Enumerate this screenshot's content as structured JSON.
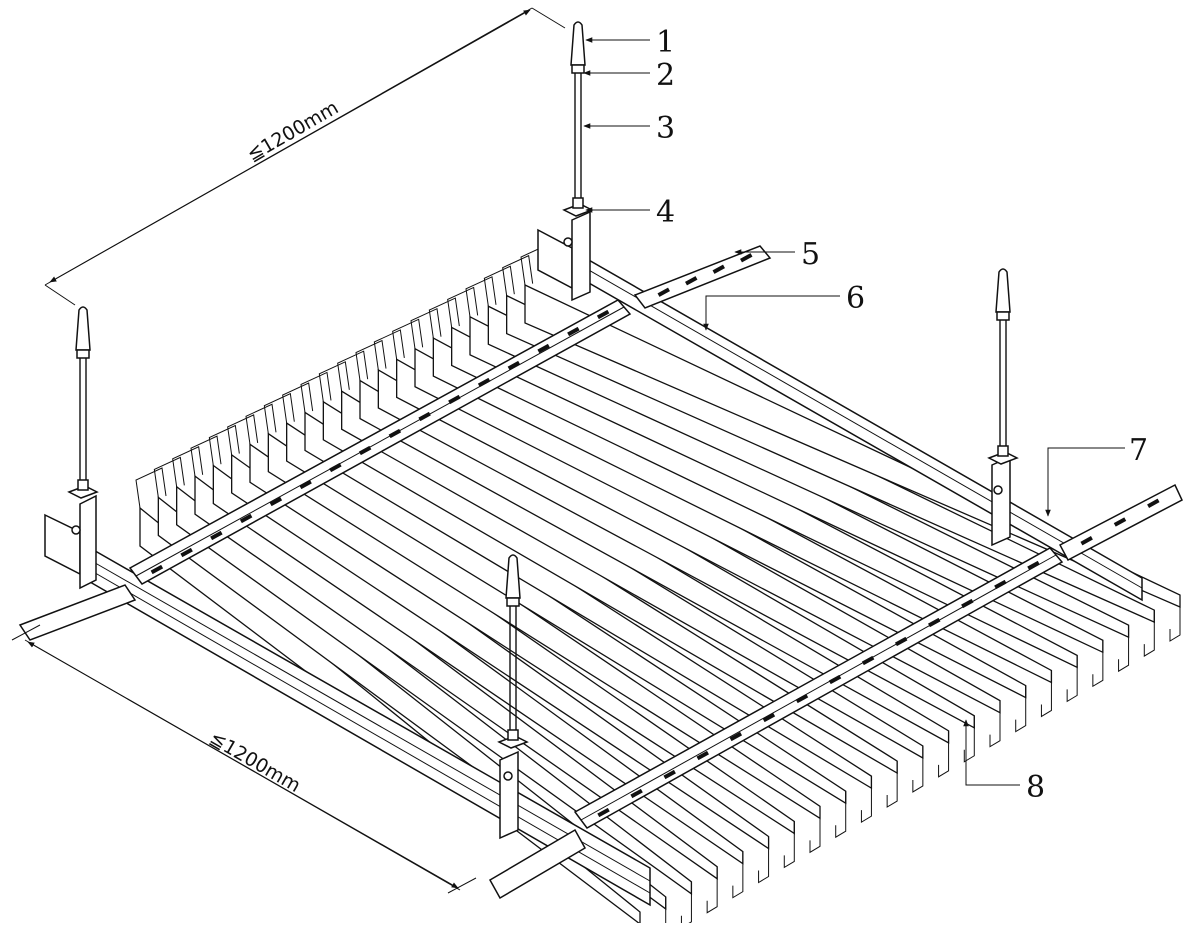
{
  "callouts": [
    {
      "number": "1"
    },
    {
      "number": "2"
    },
    {
      "number": "3"
    },
    {
      "number": "4"
    },
    {
      "number": "5"
    },
    {
      "number": "6"
    },
    {
      "number": "7"
    },
    {
      "number": "8"
    }
  ],
  "dimensions": {
    "top": "≦1200mm",
    "bottom": "≦1200mm"
  }
}
